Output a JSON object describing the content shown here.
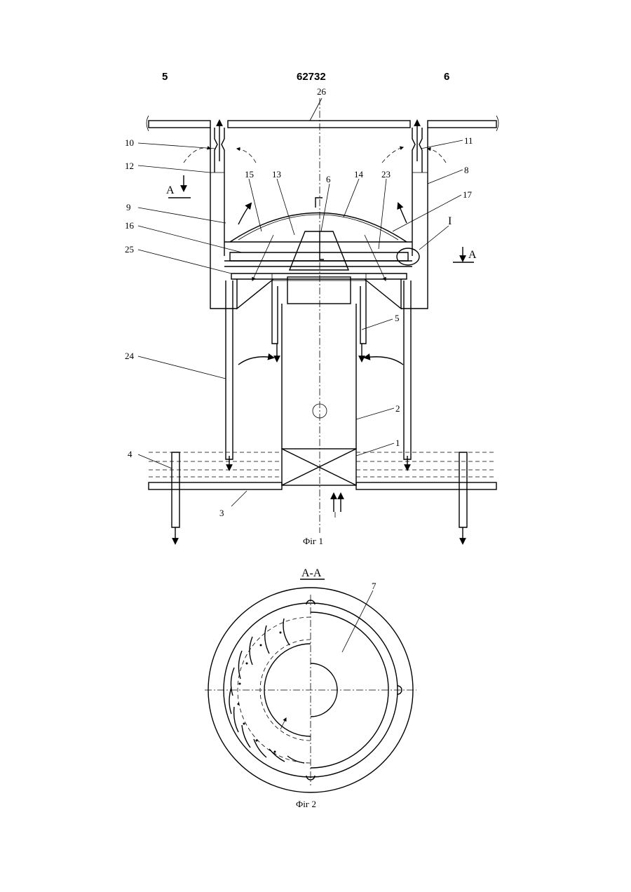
{
  "header": {
    "page_left": "5",
    "patent_number": "62732",
    "page_right": "6"
  },
  "fig1": {
    "caption": "Фіг 1",
    "section_mark": "A",
    "detail_mark": "I",
    "labels": [
      "26",
      "10",
      "11",
      "12",
      "8",
      "15",
      "13",
      "6",
      "14",
      "23",
      "17",
      "9",
      "16",
      "25",
      "5",
      "24",
      "2",
      "1",
      "4",
      "3",
      "I",
      "A",
      "A"
    ]
  },
  "fig2": {
    "caption": "Фіг 2",
    "section_title": "A-A",
    "labels": [
      "7"
    ]
  }
}
